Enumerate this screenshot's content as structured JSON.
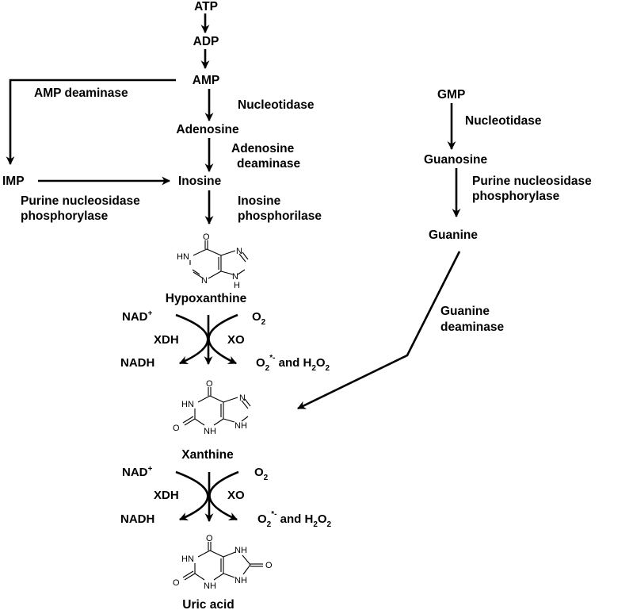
{
  "metabolites": {
    "atp": "ATP",
    "adp": "ADP",
    "amp": "AMP",
    "adenosine": "Adenosine",
    "imp": "IMP",
    "inosine": "Inosine",
    "hypoxanthine": "Hypoxanthine",
    "xanthine": "Xanthine",
    "uric_acid": "Uric acid",
    "gmp": "GMP",
    "guanosine": "Guanosine",
    "guanine": "Guanine"
  },
  "enzymes": {
    "amp_deaminase": "AMP deaminase",
    "nucleotidase_left": "Nucleotidase",
    "adenosine_deaminase_1": "Adenosine",
    "adenosine_deaminase_2": "deaminase",
    "pnp_left_1": "Purine nucleosidase",
    "pnp_left_2": "phosphorylase",
    "inosine_phos_1": "Inosine",
    "inosine_phos_2": "phosphorilase",
    "nucleotidase_right": "Nucleotidase",
    "pnp_right_1": "Purine nucleosidase",
    "pnp_right_2": "phosphorylase",
    "guanine_deaminase_1": "Guanine",
    "guanine_deaminase_2": "deaminase"
  },
  "reaction1": {
    "nad_plus": "NAD",
    "plus_sign": "+",
    "xdh": "XDH",
    "xo": "XO",
    "nadh": "NADH",
    "o2": "O",
    "o2_sub": "2",
    "product_o": "O",
    "product_sub": "2",
    "product_sup": "*-",
    "product_and": " and H",
    "product_h_sub": "2",
    "product_o2": "O",
    "product_o2_sub": "2"
  },
  "reaction2": {
    "nad_plus": "NAD",
    "plus_sign": "+",
    "xdh": "XDH",
    "xo": "XO",
    "nadh": "NADH",
    "o2": "O",
    "o2_sub": "2",
    "product_o": "O",
    "product_sub": "2",
    "product_sup": "*-",
    "product_and": " and H",
    "product_h_sub": "2",
    "product_o2": "O",
    "product_o2_sub": "2"
  },
  "atoms": {
    "o": "O",
    "n": "N",
    "nh": "NH",
    "hn": "HN",
    "h": "H"
  }
}
